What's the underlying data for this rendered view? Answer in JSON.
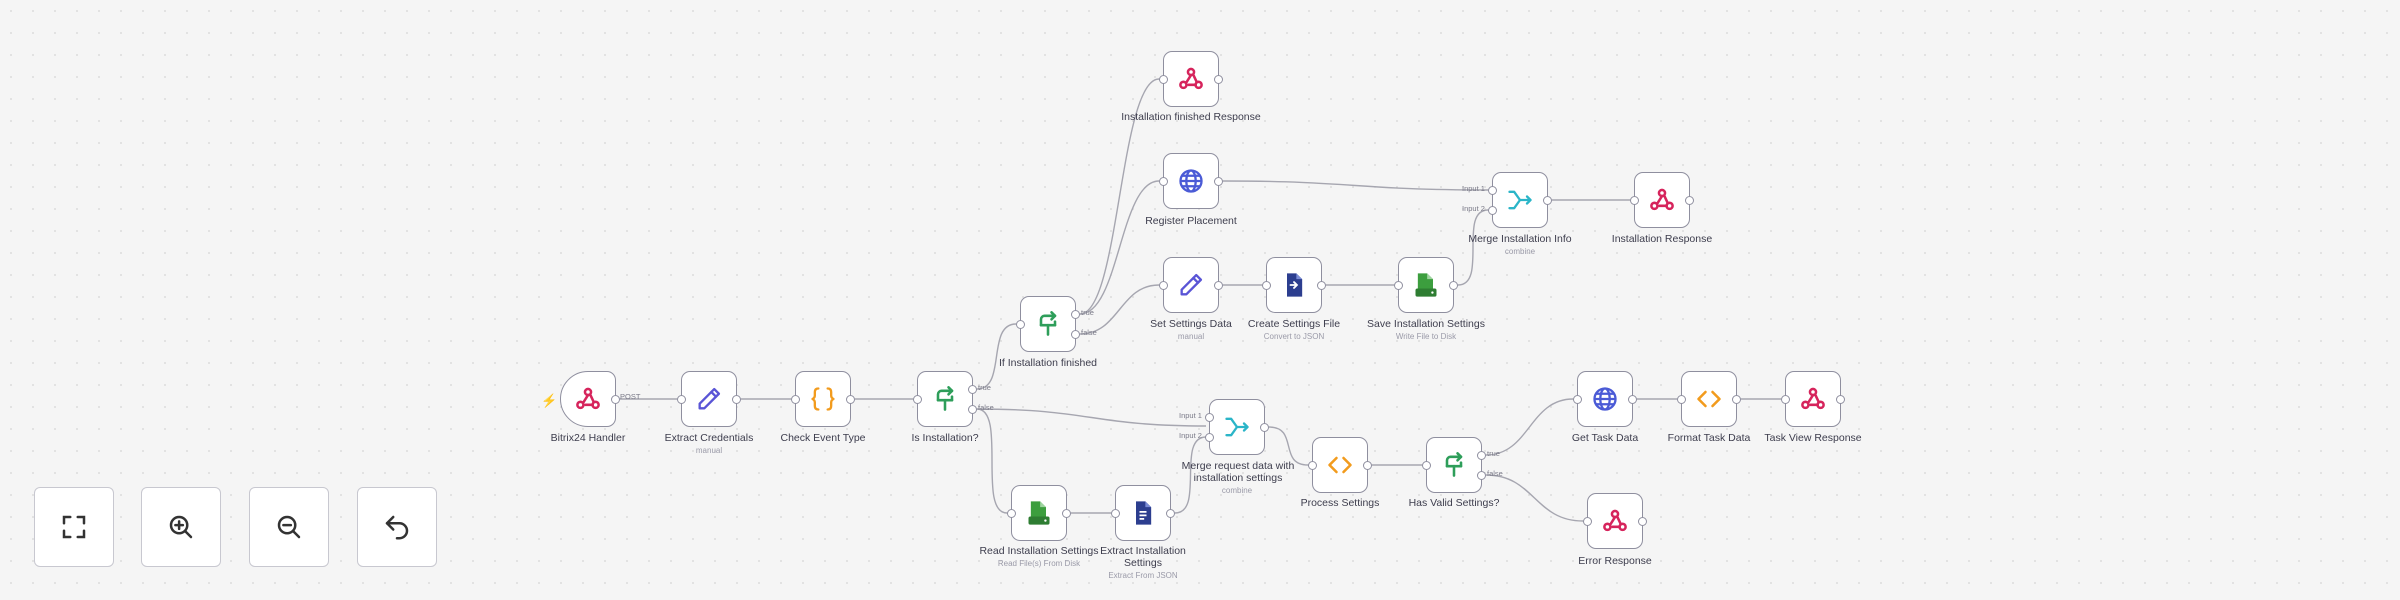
{
  "workflow": {
    "nodes": {
      "bitrix24_handler": {
        "label": "Bitrix24 Handler",
        "icon": "webhook-icon",
        "port_label": "POST"
      },
      "extract_credentials": {
        "label": "Extract Credentials",
        "sub": "manual",
        "icon": "pencil-icon"
      },
      "check_event_type": {
        "label": "Check Event Type",
        "icon": "braces-icon"
      },
      "is_installation": {
        "label": "Is Installation?",
        "icon": "if-icon",
        "true_label": "true",
        "false_label": "false"
      },
      "if_installation_finished": {
        "label": "If Installation finished",
        "icon": "if-icon",
        "true_label": "true",
        "false_label": "false"
      },
      "installation_finished_response": {
        "label": "Installation finished Response",
        "icon": "webhook-icon"
      },
      "register_placement": {
        "label": "Register Placement",
        "icon": "globe-icon"
      },
      "set_settings_data": {
        "label": "Set Settings Data",
        "sub": "manual",
        "icon": "pencil-icon"
      },
      "create_settings_file": {
        "label": "Create Settings File",
        "sub": "Convert to JSON",
        "icon": "file-icon"
      },
      "save_installation_settings": {
        "label": "Save Installation Settings",
        "sub": "Write File to Disk",
        "icon": "disk-file-icon"
      },
      "merge_installation_info": {
        "label": "Merge Installation Info",
        "sub": "combine",
        "icon": "merge-icon",
        "input1": "Input 1",
        "input2": "Input 2"
      },
      "installation_response": {
        "label": "Installation Response",
        "icon": "webhook-icon"
      },
      "read_installation_settings": {
        "label": "Read Installation Settings",
        "sub": "Read File(s) From Disk",
        "icon": "disk-file-icon"
      },
      "extract_installation_settings": {
        "label": "Extract Installation Settings",
        "sub": "Extract From JSON",
        "icon": "extract-file-icon"
      },
      "merge_request_data": {
        "label": "Merge request data with installation settings",
        "sub": "combine",
        "icon": "merge-icon",
        "input1": "Input 1",
        "input2": "Input 2"
      },
      "process_settings": {
        "label": "Process Settings",
        "icon": "code-icon"
      },
      "has_valid_settings": {
        "label": "Has Valid Settings?",
        "icon": "if-icon",
        "true_label": "true",
        "false_label": "false"
      },
      "get_task_data": {
        "label": "Get Task Data",
        "icon": "globe-icon"
      },
      "format_task_data": {
        "label": "Format Task Data",
        "icon": "code-icon"
      },
      "task_view_response": {
        "label": "Task View Response",
        "icon": "webhook-icon"
      },
      "error_response": {
        "label": "Error Response",
        "icon": "webhook-icon"
      }
    }
  },
  "controls": {
    "fit_view": "fit-view-icon",
    "zoom_in": "zoom-in-icon",
    "zoom_out": "zoom-out-icon",
    "reset": "undo-icon"
  },
  "colors": {
    "webhook": "#d6245c",
    "pencil": "#5a55d6",
    "braces": "#f29b1d",
    "if": "#2e9e5a",
    "globe": "#4b5bd6",
    "file": "#2c3e8f",
    "disk_file": "#3c9e3e",
    "merge": "#2bb5c8",
    "code": "#f29b1d"
  }
}
